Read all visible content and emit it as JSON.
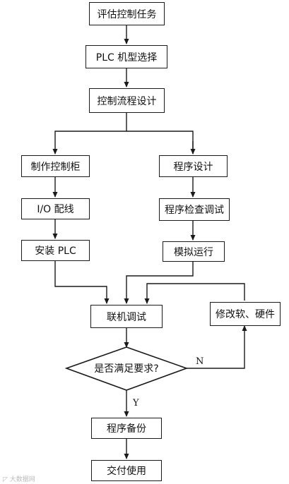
{
  "nodes": {
    "evaluate_task": "评估控制任务",
    "plc_selection": "PLC 机型选择",
    "control_flow_design": "控制流程设计",
    "make_cabinet": "制作控制柜",
    "io_wiring": "I/O 配线",
    "install_plc": "安装 PLC",
    "program_design": "程序设计",
    "program_check": "程序检查调试",
    "simulate_run": "模拟运行",
    "joint_debug": "联机调试",
    "modify_sw_hw": "修改软、硬件",
    "decision": "是否满足要求?",
    "program_backup": "程序备份",
    "deliver_use": "交付使用"
  },
  "edge_labels": {
    "no": "N",
    "yes": "Y"
  },
  "watermark": "大数据网"
}
